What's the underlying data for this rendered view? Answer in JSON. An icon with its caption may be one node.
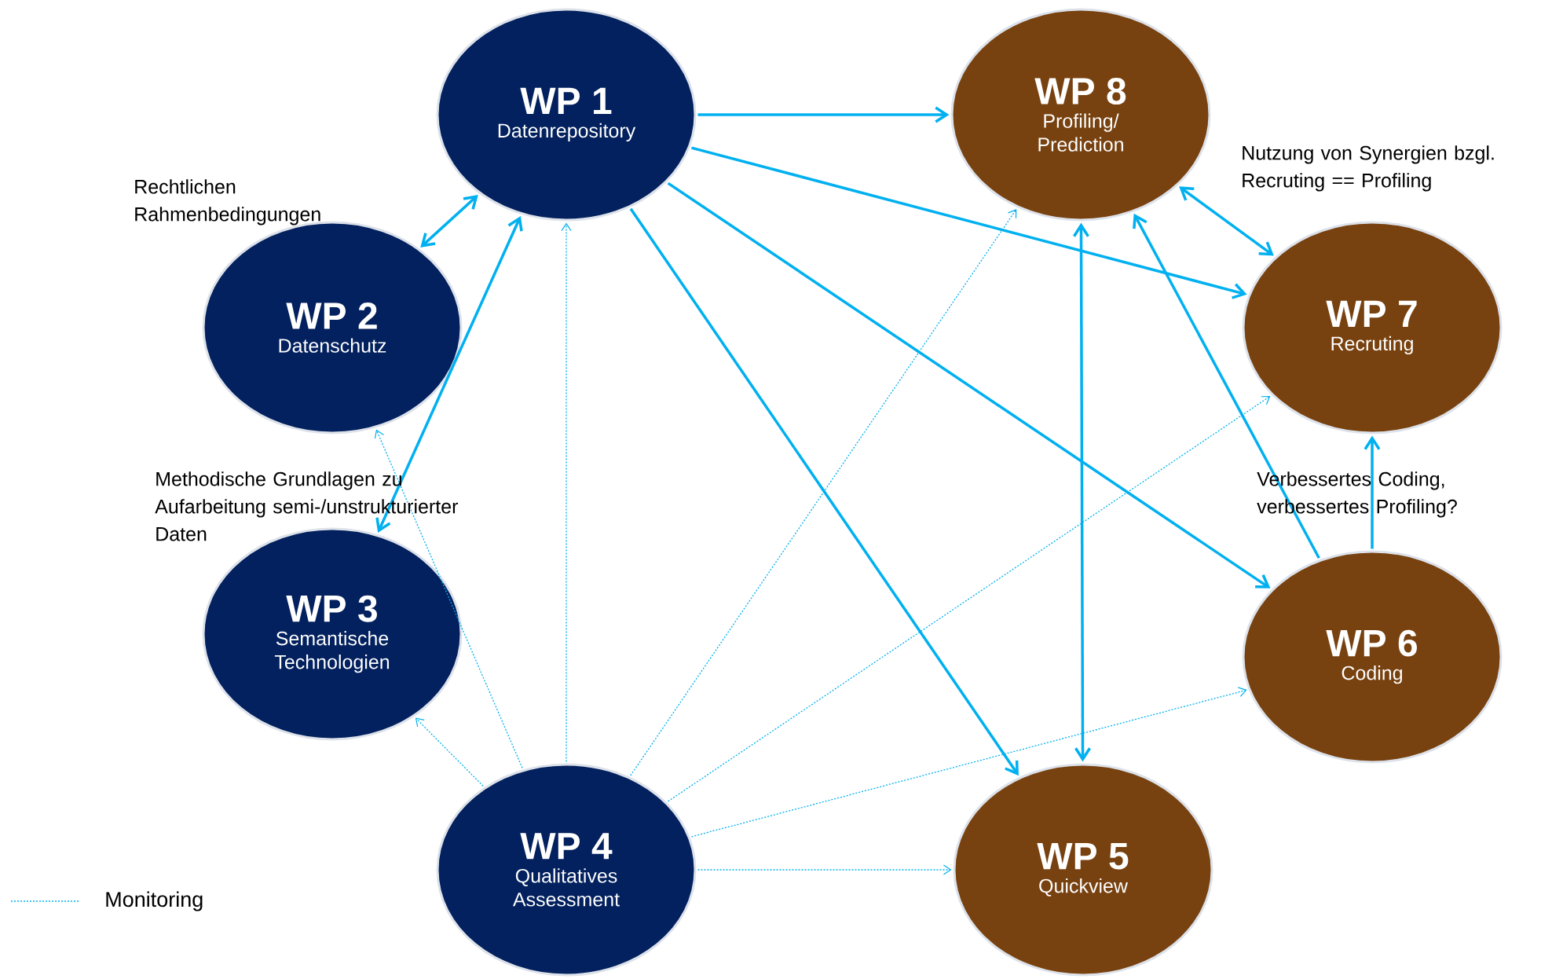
{
  "diagram": {
    "nodes": [
      {
        "text": [
          "WP 1",
          "Datenrepository"
        ]
      },
      {
        "text": [
          "WP 8",
          "Profiling/ Prediction"
        ]
      },
      {
        "text": [
          "WP 2",
          "Datenschutz"
        ]
      },
      {
        "text": [
          "WP 7",
          "Recruting"
        ]
      },
      {
        "text": [
          "WP 3",
          "Semantische Technologien"
        ]
      },
      {
        "text": [
          "WP 6",
          "Coding"
        ]
      },
      {
        "text": [
          "WP 4",
          "Qualitatives Assessment"
        ]
      },
      {
        "text": [
          "WP 5",
          "Quickview"
        ]
      }
    ],
    "edges": [
      {
        "from": 0,
        "to": 1,
        "arrow": "to"
      },
      {
        "from": 0,
        "to": 3,
        "arrow": "to"
      },
      {
        "from": 0,
        "to": 5,
        "arrow": "to"
      },
      {
        "from": 0,
        "to": 7,
        "arrow": "to"
      },
      {
        "from": 0,
        "to": 2,
        "arrow": "both"
      },
      {
        "from": 0,
        "to": 4,
        "arrow": "both"
      },
      {
        "from": 1,
        "to": 3,
        "arrow": "both"
      },
      {
        "from": 1,
        "to": 7,
        "arrow": "both"
      },
      {
        "from": 5,
        "to": 1,
        "arrow": "to"
      },
      {
        "from": 5,
        "to": 3,
        "arrow": "to"
      },
      {
        "from": 6,
        "to": 2,
        "arrow": "to",
        "style": "dashed"
      },
      {
        "from": 6,
        "to": 4,
        "arrow": "to",
        "style": "dashed"
      },
      {
        "from": 6,
        "to": 0,
        "arrow": "to",
        "style": "dashed"
      },
      {
        "from": 6,
        "to": 1,
        "arrow": "to",
        "style": "dashed"
      },
      {
        "from": 6,
        "to": 3,
        "arrow": "to",
        "style": "dashed"
      },
      {
        "from": 6,
        "to": 5,
        "arrow": "to",
        "style": "dashed"
      },
      {
        "from": 6,
        "to": 7,
        "arrow": "to",
        "style": "dashed"
      }
    ],
    "labels": [
      "Rechtlichen Rahmenbedingungen",
      "Nutzung von Synergien bzgl. Recruting == Profiling",
      "Methodische Grundlagen zu Aufarbeitung semi-/unstrukturierter Daten",
      "Verbessertes Coding, verbessertes Profiling?"
    ],
    "legend": [
      {
        "text": "Monitoring"
      }
    ]
  }
}
